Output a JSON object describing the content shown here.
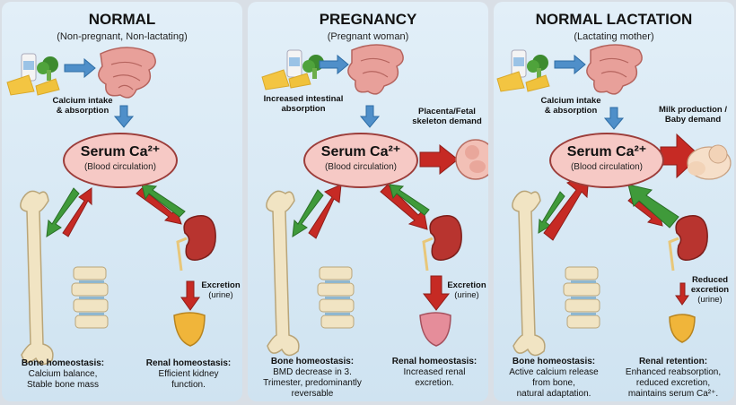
{
  "panels": {
    "normal": {
      "title": "NORMAL",
      "subtitle": "(Non-pregnant, Non-lactating)",
      "intake_label_1": "Calcium intake",
      "intake_label_2": "& absorption",
      "serum_label": "Serum Ca²⁺",
      "serum_sub": "(Blood circulation)",
      "excretion_1": "Excretion",
      "excretion_2": "(urine)",
      "bone_heading": "Bone homeostasis:",
      "bone_line_1": "Calcium balance,",
      "bone_line_2": "Stable bone mass",
      "renal_heading": "Renal homeostasis:",
      "renal_line_1": "Efficient kidney",
      "renal_line_2": "function."
    },
    "pregnancy": {
      "title": "PREGNANCY",
      "subtitle": "(Pregnant woman)",
      "intake_label_1": "Increased intestinal",
      "intake_label_2": "absorption",
      "demand_1": "Placenta/Fetal",
      "demand_2": "skeleton demand",
      "serum_label": "Serum Ca²⁺",
      "serum_sub": "(Blood circulation)",
      "excretion_1": "Excretion",
      "excretion_2": "(urine)",
      "bone_heading": "Bone homeostasis:",
      "bone_line_1": "BMD decrease in 3.",
      "bone_line_2": "Trimester, predominantly",
      "bone_line_3": "reversable",
      "renal_heading": "Renal homeostasis:",
      "renal_line_1": "Increased renal",
      "renal_line_2": "excretion."
    },
    "lactation": {
      "title": "NORMAL LACTATION",
      "subtitle": "(Lactating mother)",
      "intake_label_1": "Calcium intake",
      "intake_label_2": "& absorption",
      "demand_1": "Milk production /",
      "demand_2": "Baby demand",
      "serum_label": "Serum Ca²⁺",
      "serum_sub": "(Blood circulation)",
      "excretion_1": "Reduced",
      "excretion_2": "excretion",
      "excretion_3": "(urine)",
      "bone_heading": "Bone homeostasis:",
      "bone_line_1": "Active calcium release",
      "bone_line_2": "from bone,",
      "bone_line_3": "natural adaptation.",
      "renal_heading": "Renal retention:",
      "renal_line_1": "Enhanced reabsorption,",
      "renal_line_2": "reduced excretion,",
      "renal_line_3": "maintains serum Ca²⁺."
    }
  },
  "colors": {
    "release_arrow": "#c62a24",
    "deposit_arrow": "#3f9a3a",
    "intake_arrow": "#4f8fc9",
    "serum_fill": "#f6c9c5"
  }
}
